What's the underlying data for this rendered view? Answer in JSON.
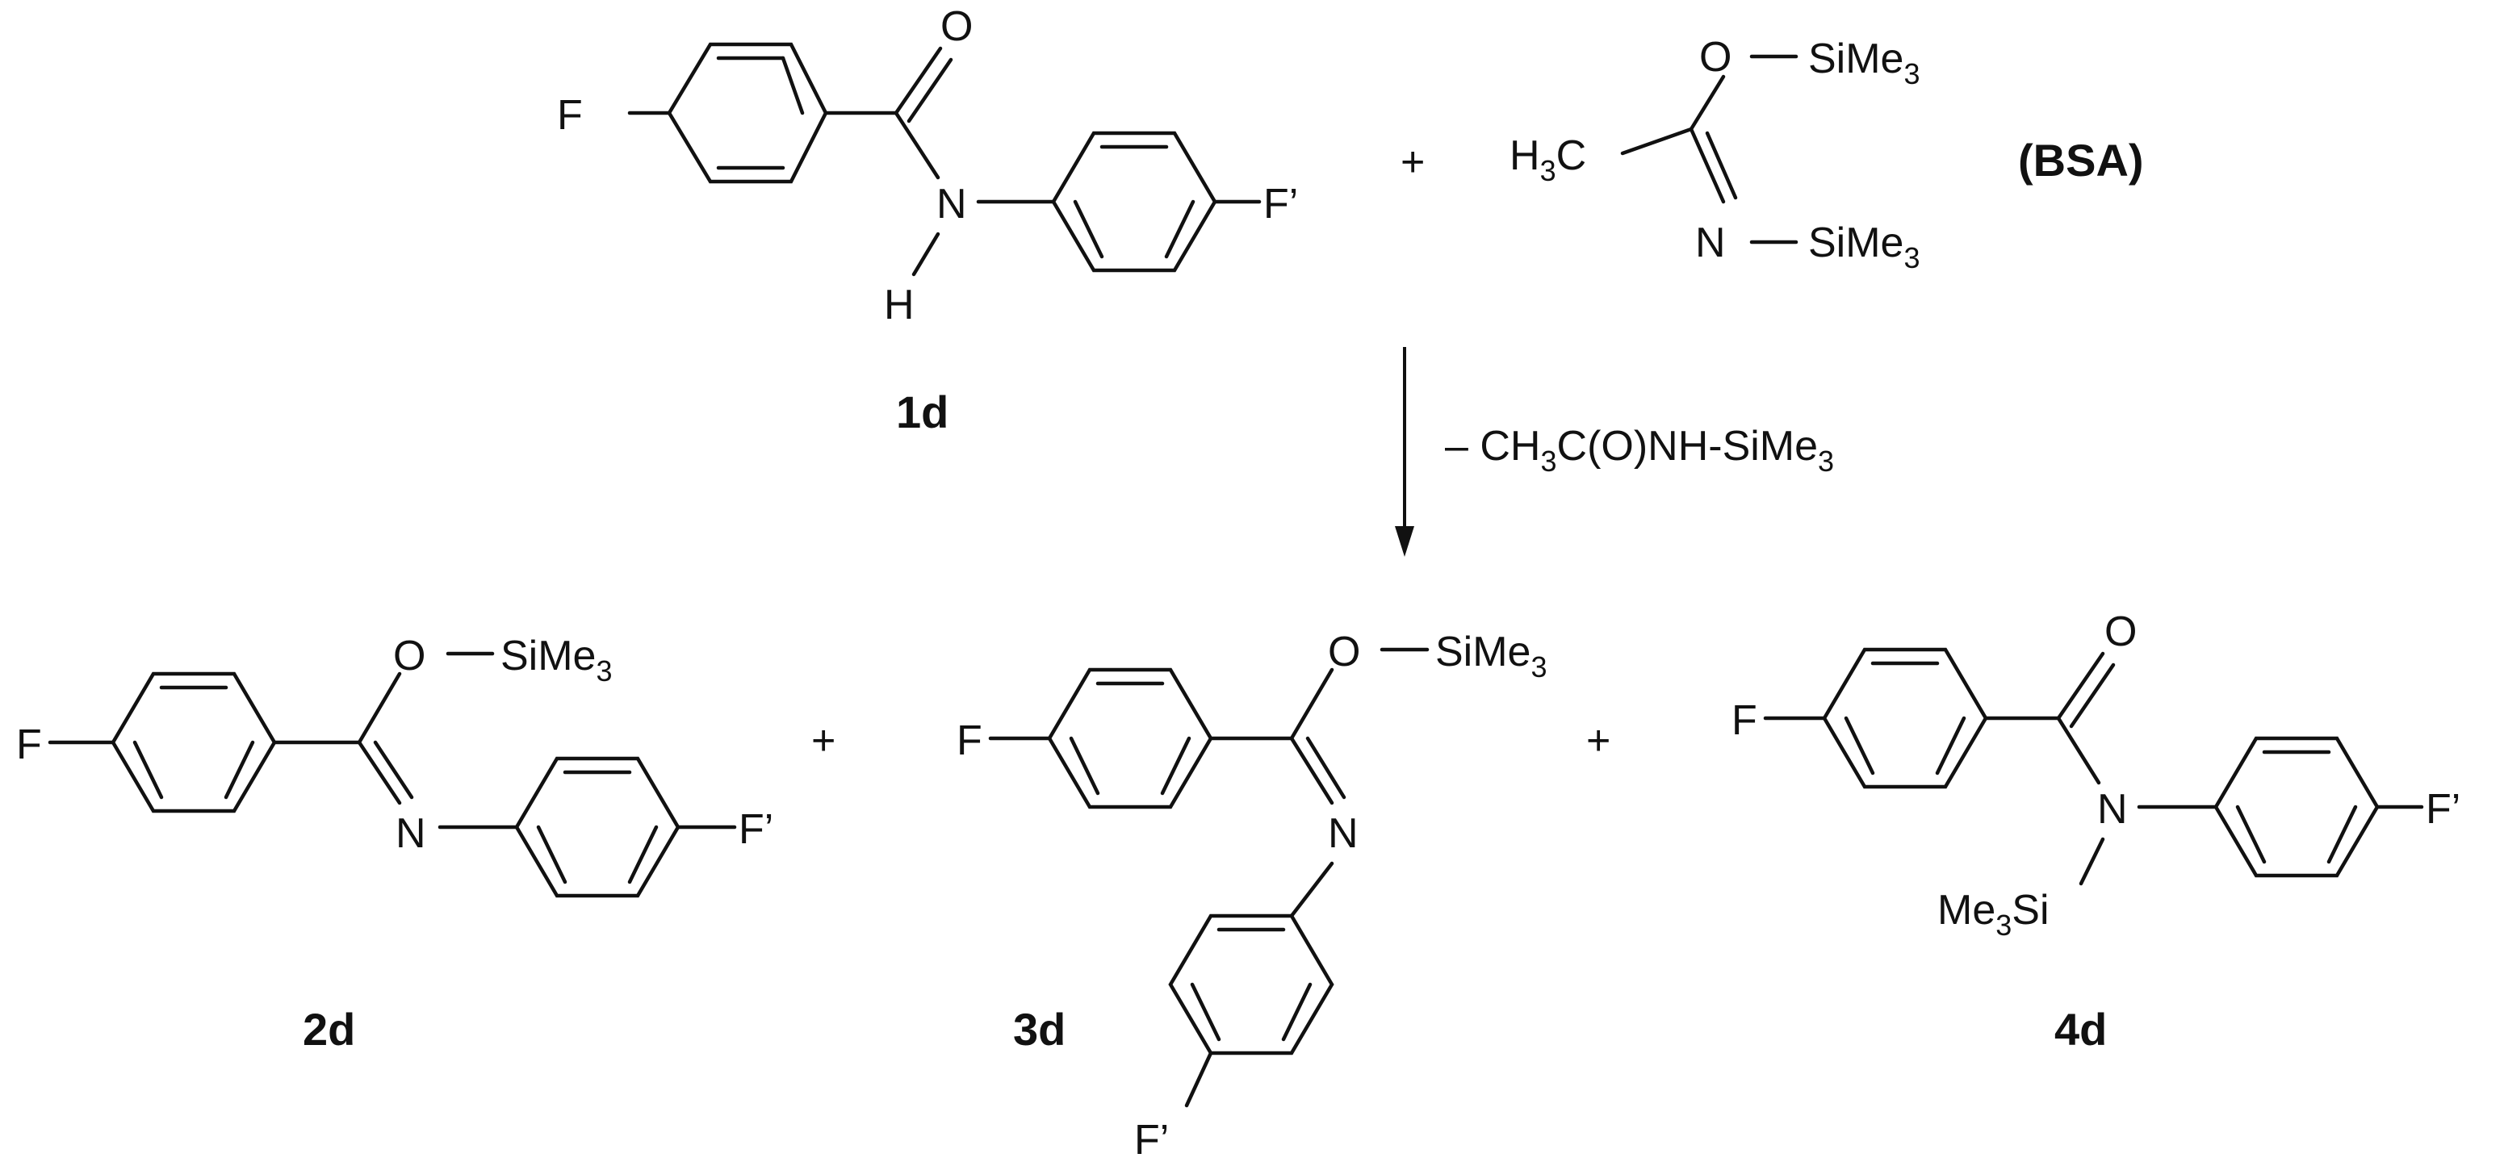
{
  "reactant_1d": {
    "label": "1d",
    "atoms": {
      "F": "F",
      "O": "O",
      "N": "N",
      "H": "H",
      "F_prime": "F’"
    }
  },
  "plus_1": "+",
  "reagent_bsa": {
    "name": "(BSA)",
    "atoms": {
      "C": "H",
      "C_sub": "3",
      "C_tail": "C",
      "O": "O",
      "N": "N",
      "si1": "SiMe",
      "si1_sub": "3",
      "si2": "SiMe",
      "si2_sub": "3"
    }
  },
  "arrow": {
    "byproduct": {
      "prefix": "– CH",
      "s1": "3",
      "mid": "C(O)NH-SiMe",
      "s2": "3"
    }
  },
  "product_2d": {
    "label": "2d",
    "atoms": {
      "F": "F",
      "O": "O",
      "si": "SiMe",
      "si_sub": "3",
      "N": "N",
      "F_prime": "F’"
    }
  },
  "plus_2": "+",
  "product_3d": {
    "label": "3d",
    "atoms": {
      "F": "F",
      "O": "O",
      "si": "SiMe",
      "si_sub": "3",
      "N": "N",
      "F_prime": "F’"
    }
  },
  "plus_3": "+",
  "product_4d": {
    "label": "4d",
    "atoms": {
      "F": "F",
      "O": "O",
      "N": "N",
      "me": "Me",
      "me_sub": "3",
      "si": "Si",
      "F_prime": "F’"
    }
  }
}
